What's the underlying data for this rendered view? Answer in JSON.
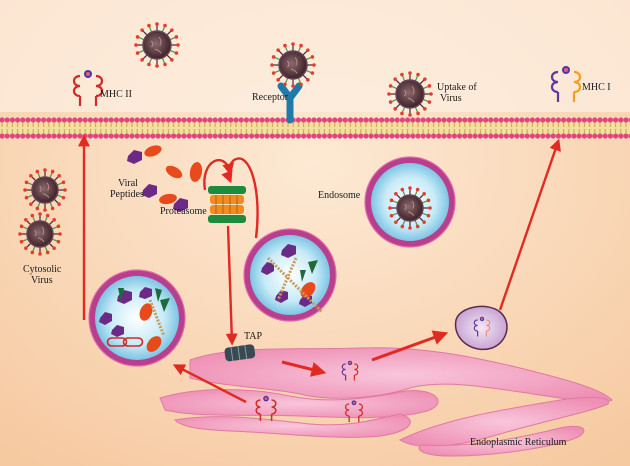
{
  "labels": {
    "mhc2": "MHC II",
    "receptor": "Receptor",
    "uptake_line1": "Uptake of",
    "uptake_line2": "Virus",
    "mhc1": "MHC I",
    "viral_peptides_line1": "Viral",
    "viral_peptides_line2": "Peptides",
    "proteasome": "Proteasome",
    "endosome": "Endosome",
    "cytosolic_line1": "Cytosolic",
    "cytosolic_line2": "Virus",
    "tap": "TAP",
    "er": "Endoplasmic Reticulum"
  },
  "colors": {
    "cytoplasm": "#fbe0c5",
    "membrane_head": "#e0457f",
    "membrane_tail": "#e8c76c",
    "virus_body": "#4e3036",
    "virus_spike": "#e23d2e",
    "arrow": "#e02a22",
    "er": "#f4a6c4",
    "vesicle_ring": "#b83e8e",
    "vesicle_fill": "#9fd6ee",
    "peptide_orange": "#e84a1c",
    "peptide_purple": "#6b2a86",
    "peptide_green": "#1e6b3a",
    "mhc_red": "#d02a2a",
    "mhc_purple": "#5a3a9a"
  }
}
